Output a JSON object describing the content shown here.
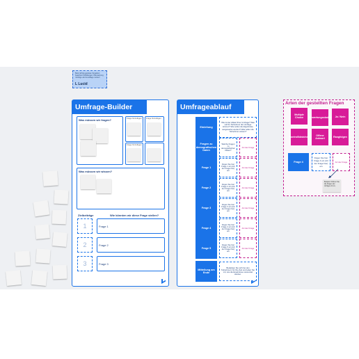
{
  "lucid_note": {
    "text": "Beim Erfolg gewisse Vorgaben beachten! Erfüllungen Übersetzung / Erfolge als Grundlage nutzen!",
    "logo": "L Lucid"
  },
  "builder": {
    "title": "Umfrage-Builder",
    "q1_label": "Was müssen wir fragen?",
    "q2_label": "Was müssen wir wissen?",
    "goals_label": "Zielbeiträge",
    "aims_label": "Wie könnten wir diese Frage stellen?",
    "rows": [
      {
        "num": "1",
        "label": "Frage 1"
      },
      {
        "num": "2",
        "label": "Frage 2"
      },
      {
        "num": "3",
        "label": "Frage 3"
      }
    ],
    "mini_cards": [
      "Frage hinzufügen",
      "Frage hinzufügen",
      "Frage hinzufügen"
    ]
  },
  "flow": {
    "title": "Umfrageablauf",
    "intro_desc": "Wie ist der Ablauf Ihrer Umfrage? Was soll Ihr Teilnehmer die Umfrage können? Wie sollen die Ergebnisse ausgewertet werden? Was sollen die Teilnehmer wissen?",
    "steps": [
      {
        "label": "Einleitung",
        "desc": "",
        "type": ""
      },
      {
        "label": "Fragen zu demografischen Daten",
        "desc": "Welche Fragen zu demografischen Daten?",
        "type": "Art der Frage"
      },
      {
        "label": "Frage 1",
        "desc": "Fügen Sie hier Frage 1 ein (Art der Frage hier) ein",
        "type": "Art der Frage"
      },
      {
        "label": "Frage 2",
        "desc": "Fügen Sie hier Frage 2 ein (Art der Frage hier) ein",
        "type": "Art der Frage"
      },
      {
        "label": "Frage 3",
        "desc": "Fügen Sie hier Frage 3 ein (Art der Frage hier) ein",
        "type": "Art der Frage"
      },
      {
        "label": "Frage 4",
        "desc": "Fügen Sie hier Frage 4 ein (Art der Frage hier) ein",
        "type": "Art der Frage"
      },
      {
        "label": "Frage 5",
        "desc": "Fügen Sie hier Frage 5 ein (Art der Frage hier) ein",
        "type": "Art der Frage"
      },
      {
        "label": "Mitteilung am Ende",
        "desc": "Bedanken Sie sich bei den Teilnehmern für ihre Zeit und teilen Sie mit, wie die Ergebnisse verwendet werden.",
        "type": ""
      }
    ]
  },
  "types": {
    "title": "Arten der gestellten Fragen",
    "items": [
      "Multiple Choice",
      "Bewertungsskalen",
      "Ja / Nein",
      "Kontrollkästchen",
      "Offene Antwort",
      "Rangfolgen"
    ],
    "example_label": "Frage 4",
    "example_desc": "Fügen Sie hier Frage 4 ein (Art der Frage hier) ein",
    "example_type": "Art der Frage",
    "caption": "Beispiel: Ordnen Sie die Fragen der richtigen Art zu."
  },
  "colors": {
    "blue": "#1a73e8",
    "magenta": "#d81b98",
    "canvas": "#eef0f3"
  }
}
